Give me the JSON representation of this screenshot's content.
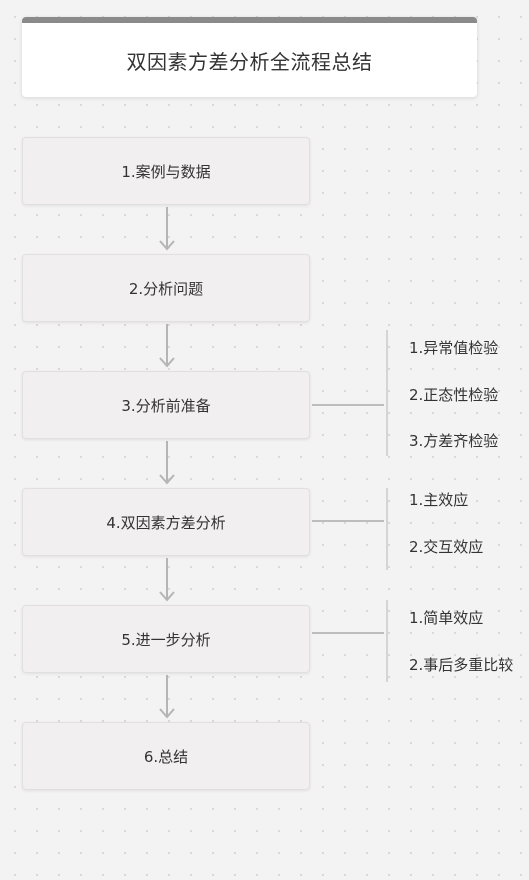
{
  "title": "双因素方差分析全流程总结",
  "steps": [
    {
      "label": "1.案例与数据",
      "children": []
    },
    {
      "label": "2.分析问题",
      "children": []
    },
    {
      "label": "3.分析前准备",
      "children": [
        "1.异常值检验",
        "2.正态性检验",
        "3.方差齐检验"
      ]
    },
    {
      "label": "4.双因素方差分析",
      "children": [
        "1.主效应",
        "2.交互效应"
      ]
    },
    {
      "label": "5.进一步分析",
      "children": [
        "1.简单效应",
        "2.事后多重比较"
      ]
    },
    {
      "label": "6.总结",
      "children": []
    }
  ]
}
